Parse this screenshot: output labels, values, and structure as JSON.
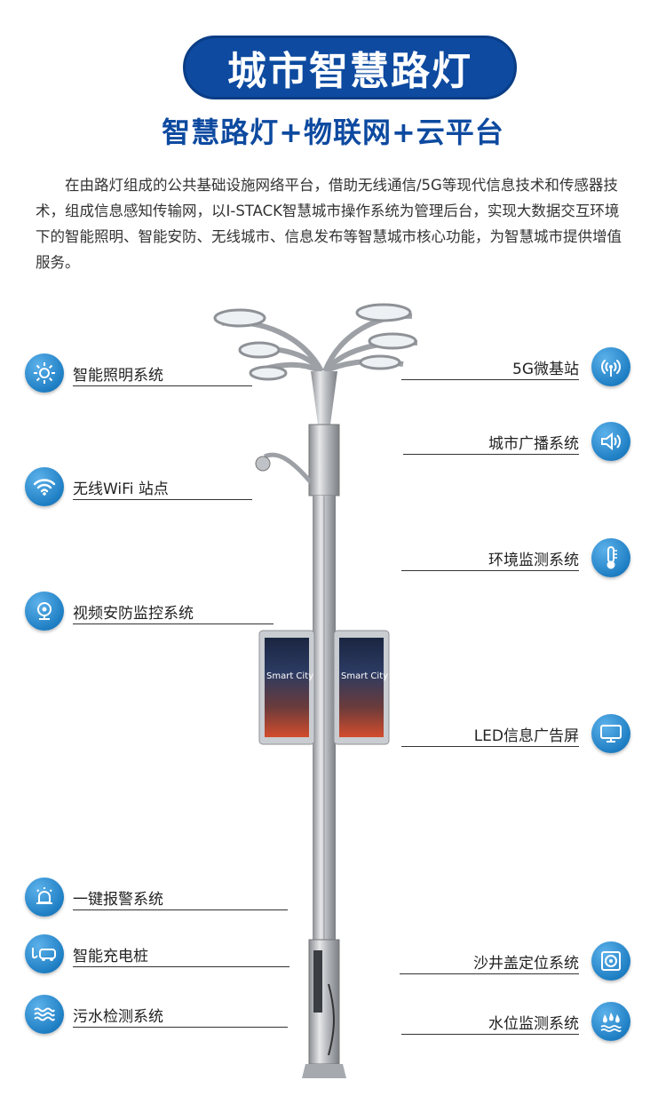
{
  "header": {
    "title": "城市智慧路灯",
    "subtitle": "智慧路灯+物联网+云平台"
  },
  "intro": "在由路灯组成的公共基础设施网络平台，借助无线通信/5G等现代信息技术和传感器技术，组成信息感知传输网，以I-STACK智慧城市操作系统为管理后台，实现大数据交互环境下的智能照明、智能安防、无线城市、信息发布等智慧城市核心功能，为智慧城市提供增值服务。",
  "screen": {
    "text": "Smart City"
  },
  "features_left": [
    {
      "label": "智能照明系统",
      "icon": "sun-icon"
    },
    {
      "label": "无线WiFi 站点",
      "icon": "wifi-icon"
    },
    {
      "label": "视频安防监控系统",
      "icon": "camera-icon"
    },
    {
      "label": "一键报警系统",
      "icon": "alarm-icon"
    },
    {
      "label": "智能充电桩",
      "icon": "ev-charging-icon"
    },
    {
      "label": "污水检测系统",
      "icon": "water-waves-icon"
    }
  ],
  "features_right": [
    {
      "label": "5G微基站",
      "icon": "signal-icon"
    },
    {
      "label": "城市广播系统",
      "icon": "speaker-icon"
    },
    {
      "label": "环境监测系统",
      "icon": "thermometer-icon"
    },
    {
      "label": "LED信息广告屏",
      "icon": "monitor-icon"
    },
    {
      "label": "沙井盖定位系统",
      "icon": "manhole-icon"
    },
    {
      "label": "水位监测系统",
      "icon": "water-drops-icon"
    }
  ],
  "colors": {
    "title_bg": "#0d4aa0",
    "subtitle": "#0d4aa0",
    "icon": "#1f7fc4"
  }
}
